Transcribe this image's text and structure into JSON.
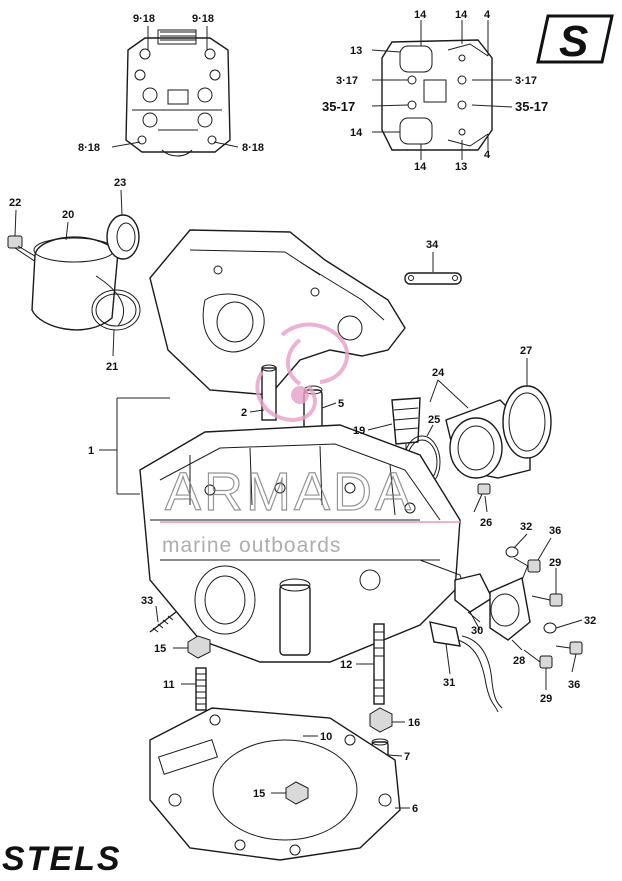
{
  "callouts": {
    "top_left": [
      "9·18",
      "9·18",
      "8·18",
      "8·18"
    ],
    "top_right": [
      "14",
      "14",
      "4",
      "13",
      "3·17",
      "3·17",
      "35-17",
      "35-17",
      "14",
      "14",
      "13",
      "4"
    ],
    "main": [
      "22",
      "20",
      "23",
      "34",
      "21",
      "24",
      "27",
      "1",
      "2",
      "5",
      "19",
      "25",
      "26",
      "32",
      "36",
      "29",
      "33",
      "30",
      "32",
      "15",
      "12",
      "28",
      "36",
      "11",
      "31",
      "29",
      "16",
      "10",
      "7",
      "15",
      "6"
    ]
  },
  "branding": {
    "badge_letter": "S",
    "brand_logo": "STELS",
    "watermark_main": "ARMADA",
    "watermark_sub": "marine outboards"
  },
  "colors": {
    "line": "#1a1a1a",
    "watermark_pink": "#e8a0c8",
    "watermark_gray": "#7a7a7a"
  }
}
